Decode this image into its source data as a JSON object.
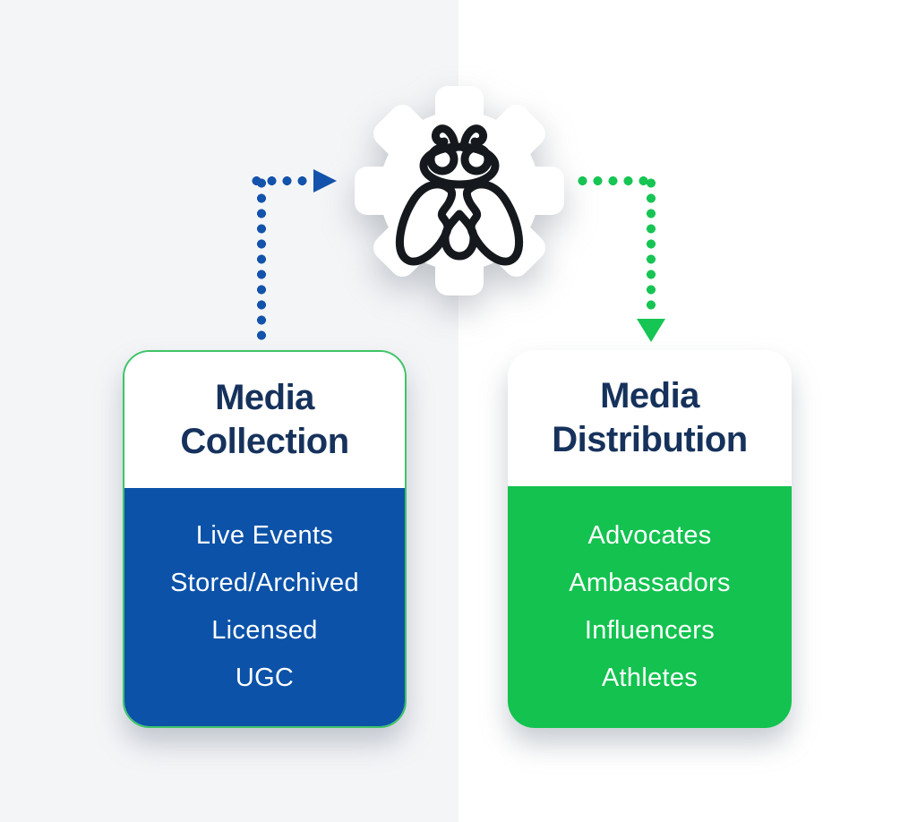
{
  "theme": {
    "background_left": "#f4f5f7",
    "background_right": "#ffffff",
    "card_blue": "#0b52a8",
    "card_green": "#13c24f",
    "card_border_green": "#3ec468",
    "title_navy": "#16325c",
    "arrow_blue": "#1353ab",
    "arrow_green": "#16c553",
    "fly_black": "#15191d",
    "text_white": "#ffffff"
  },
  "gear": {
    "icon": "greenfly-fly-in-gear"
  },
  "cards": {
    "collection": {
      "title": "Media Collection",
      "items": [
        "Live Events",
        "Stored/Archived",
        "Licensed",
        "UGC"
      ]
    },
    "distribution": {
      "title": "Media Distribution",
      "items": [
        "Advocates",
        "Ambassadors",
        "Influencers",
        "Athletes"
      ]
    }
  }
}
